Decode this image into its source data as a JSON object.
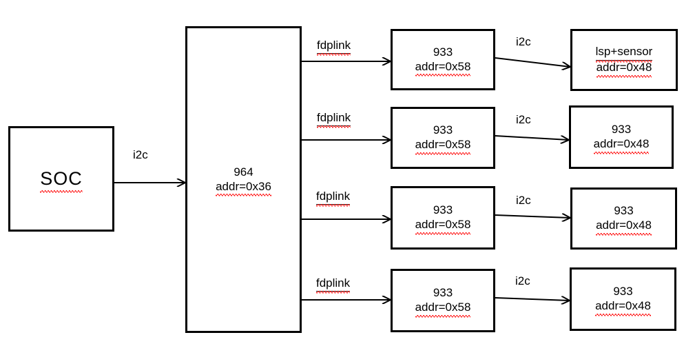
{
  "diagram": {
    "title": "i2c / fdplink camera deserializer topology",
    "background": "#ffffff",
    "stroke_color": "#000000",
    "text_color": "#000000",
    "spellcheck_underline_color": "#ff0000"
  },
  "nodes": {
    "soc": {
      "label": "SOC"
    },
    "hub": {
      "name": "964",
      "addr": "addr=0x36"
    },
    "serializers": [
      {
        "name": "933",
        "addr": "addr=0x58"
      },
      {
        "name": "933",
        "addr": "addr=0x58"
      },
      {
        "name": "933",
        "addr": "addr=0x58"
      },
      {
        "name": "933",
        "addr": "addr=0x58"
      }
    ],
    "endpoints": [
      {
        "name": "lsp+sensor",
        "addr": "addr=0x48"
      },
      {
        "name": "933",
        "addr": "addr=0x48"
      },
      {
        "name": "933",
        "addr": "addr=0x48"
      },
      {
        "name": "933",
        "addr": "addr=0x48"
      }
    ]
  },
  "edges": {
    "soc_to_hub": {
      "label": "i2c"
    },
    "hub_to_serializer": [
      {
        "label": "fdplink"
      },
      {
        "label": "fdplink"
      },
      {
        "label": "fdplink"
      },
      {
        "label": "fdplink"
      }
    ],
    "serializer_to_endpoint": [
      {
        "label": "i2c"
      },
      {
        "label": "i2c"
      },
      {
        "label": "i2c"
      },
      {
        "label": "i2c"
      }
    ]
  }
}
